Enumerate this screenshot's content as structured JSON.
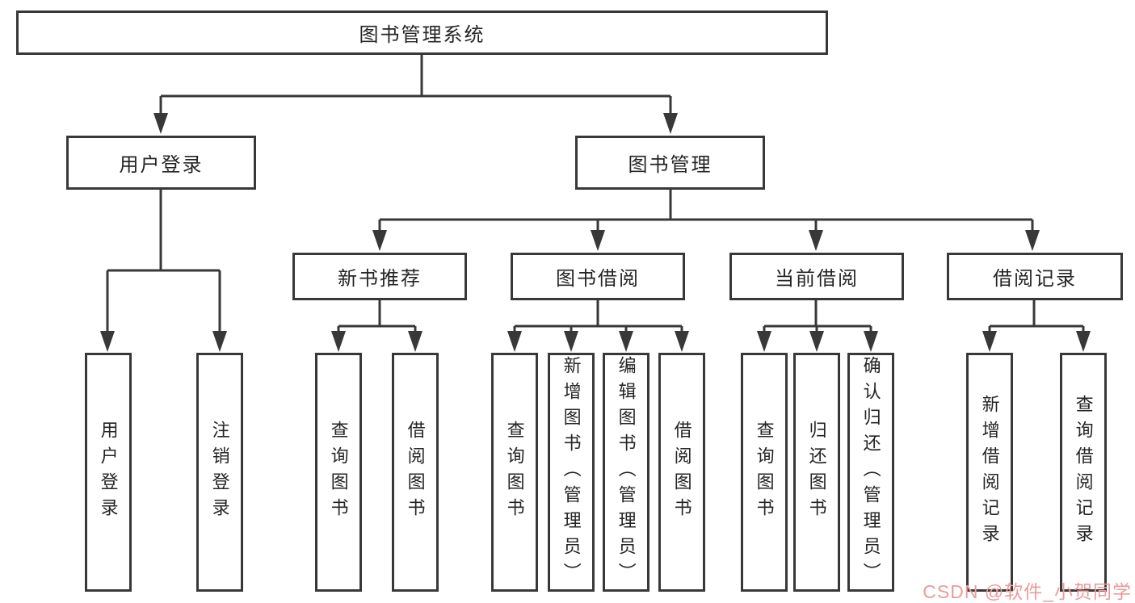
{
  "diagram": {
    "root": {
      "label": "图书管理系统"
    },
    "level2": [
      {
        "label": "用户登录"
      },
      {
        "label": "图书管理"
      }
    ],
    "level3": [
      {
        "label": "新书推荐"
      },
      {
        "label": "图书借阅"
      },
      {
        "label": "当前借阅"
      },
      {
        "label": "借阅记录"
      }
    ],
    "leaves": [
      {
        "label": "用户登录"
      },
      {
        "label": "注销登录"
      },
      {
        "label": "查询图书"
      },
      {
        "label": "借阅图书"
      },
      {
        "label": "查询图书"
      },
      {
        "label": "新增图书（管理员）"
      },
      {
        "label": "编辑图书（管理员）"
      },
      {
        "label": "借阅图书"
      },
      {
        "label": "查询图书"
      },
      {
        "label": "归还图书"
      },
      {
        "label": "确认归还（管理员）"
      },
      {
        "label": "新增借阅记录"
      },
      {
        "label": "查询借阅记录"
      }
    ],
    "watermark": {
      "label": "CSDN @软件_小贺同学",
      "color": "#ec9b9b"
    },
    "colors": {
      "line": "#383838",
      "border": "#383838",
      "text": "#252525",
      "background": "#ffffff"
    }
  }
}
